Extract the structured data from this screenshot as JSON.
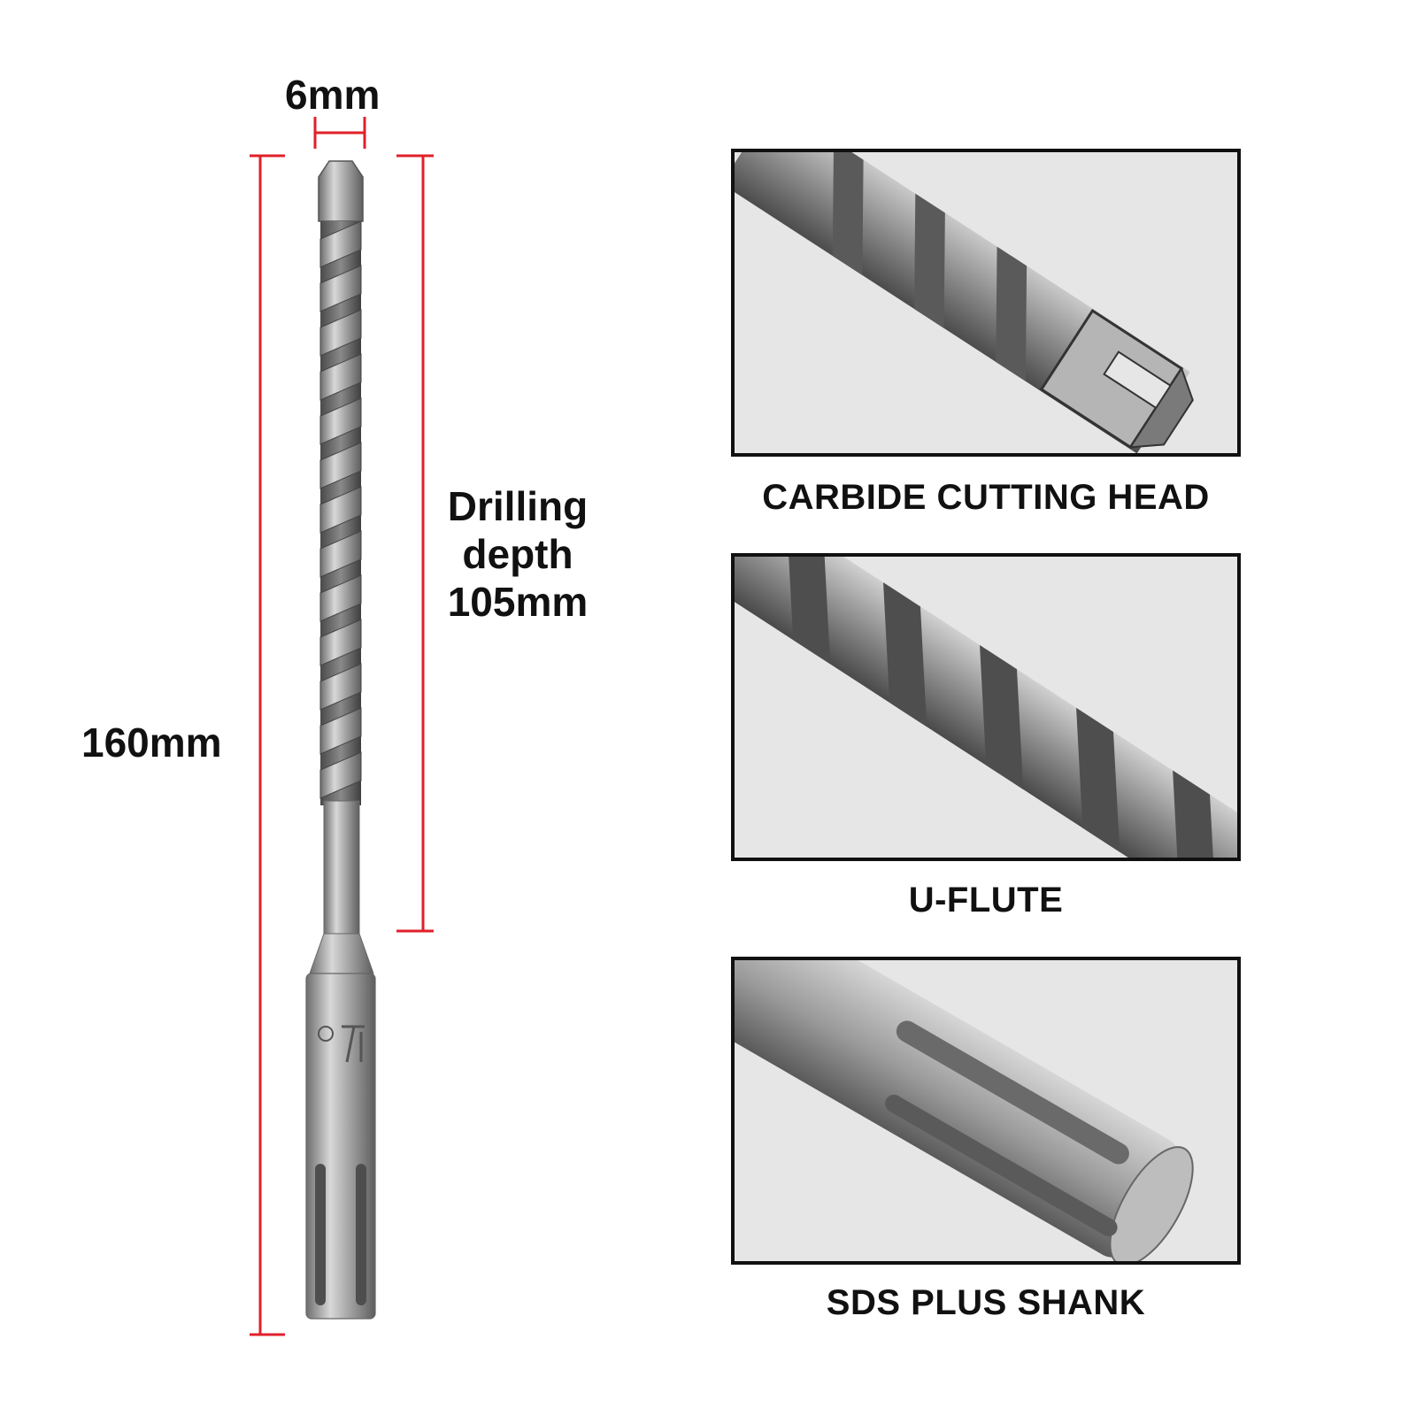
{
  "dimensions": {
    "diameter": "6mm",
    "total_length": "160mm",
    "drilling_depth_lines": [
      "Drilling",
      "depth",
      "105mm"
    ]
  },
  "features": [
    {
      "caption": "CARBIDE CUTTING HEAD",
      "image": "carbide-head-closeup"
    },
    {
      "caption": "U-FLUTE",
      "image": "u-flute-closeup"
    },
    {
      "caption": "SDS PLUS SHANK",
      "image": "sds-plus-shank-closeup"
    }
  ],
  "colors": {
    "dimension_line": "#e0202a",
    "panel_border": "#111111",
    "panel_background": "#e6e6e6",
    "steel": "#9a9a9a"
  }
}
